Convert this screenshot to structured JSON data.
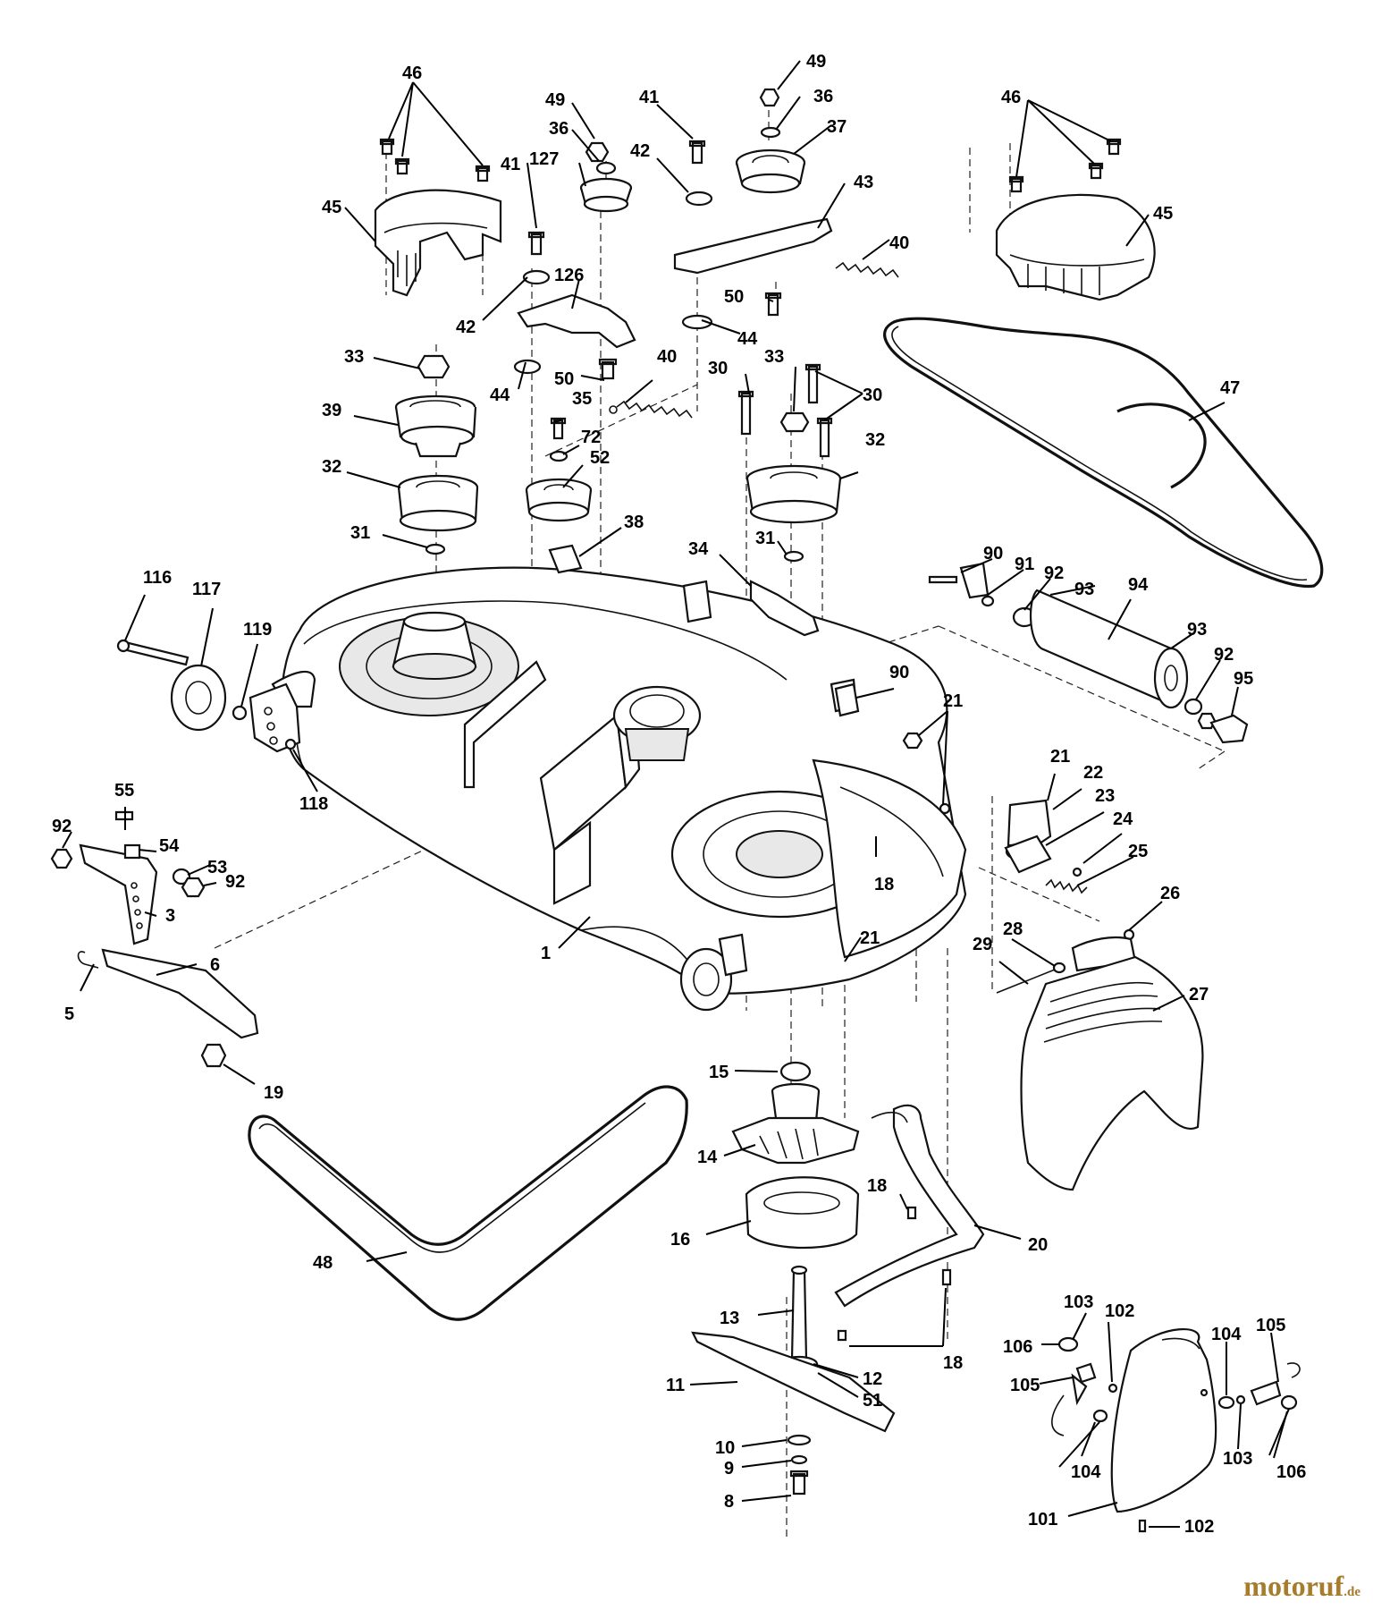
{
  "labels": {
    "l46a": "46",
    "l45a": "45",
    "l49a": "49",
    "l36a": "36",
    "l127": "127",
    "l41a": "41",
    "l42a": "42",
    "l49b": "49",
    "l36b": "36",
    "l37": "37",
    "l43": "43",
    "l40a": "40",
    "l46b": "46",
    "l45b": "45",
    "l41b": "41",
    "l126": "126",
    "l42b": "42",
    "l50a": "50",
    "l44a": "44",
    "l33a": "33",
    "l44b": "44",
    "l50b": "50",
    "l40b": "40",
    "l30a": "30",
    "l33b": "33",
    "l30b": "30",
    "l47": "47",
    "l39": "39",
    "l35": "35",
    "l72": "72",
    "l52": "52",
    "l32a": "32",
    "l32b": "32",
    "l31a": "31",
    "l38": "38",
    "l34": "34",
    "l31b": "31",
    "l90a": "90",
    "l91": "91",
    "l92a": "92",
    "l93a": "93",
    "l94": "94",
    "l116": "116",
    "l117": "117",
    "l119": "119",
    "l93b": "93",
    "l92b": "92",
    "l95": "95",
    "l90b": "90",
    "l21a": "21",
    "l118": "118",
    "l21b": "21",
    "l22": "22",
    "l23": "23",
    "l24": "24",
    "l25": "25",
    "l55": "55",
    "l92c": "92",
    "l54": "54",
    "l53": "53",
    "l92d": "92",
    "l3": "3",
    "l18a": "18",
    "l26": "26",
    "l1": "1",
    "l21c": "21",
    "l28": "28",
    "l29": "29",
    "l6": "6",
    "l27": "27",
    "l5": "5",
    "l19": "19",
    "l15": "15",
    "l14": "14",
    "l18b": "18",
    "l16": "16",
    "l20": "20",
    "l48": "48",
    "l13": "13",
    "l103a": "103",
    "l102a": "102",
    "l106a": "106",
    "l104a": "104",
    "l105a": "105",
    "l105b": "105",
    "l11": "11",
    "l12": "12",
    "l18c": "18",
    "l51": "51",
    "l103b": "103",
    "l104b": "104",
    "l106b": "106",
    "l10": "10",
    "l9": "9",
    "l8": "8",
    "l101": "101",
    "l102b": "102"
  },
  "watermark": {
    "text": "motoruf",
    "suffix": ".de"
  }
}
